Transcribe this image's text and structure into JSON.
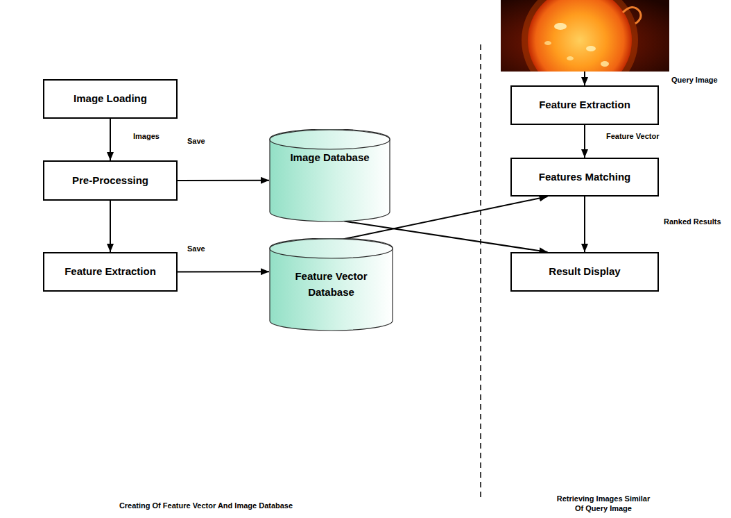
{
  "diagram": {
    "nodes": [
      {
        "text": [
          "Image Loading"
        ]
      },
      {
        "text": [
          "Pre-Processing"
        ]
      },
      {
        "text": [
          "Feature Extraction"
        ]
      },
      {
        "text": [
          "Image Database"
        ]
      },
      {
        "text": [
          "Feature Vector Database"
        ]
      },
      {
        "text": [
          "Feature Extraction"
        ]
      },
      {
        "text": [
          "Features Matching"
        ]
      },
      {
        "text": [
          "Result Display"
        ]
      }
    ],
    "edges": [
      {
        "from": 0,
        "to": 1,
        "arrow": "to",
        "label": "Images"
      },
      {
        "from": 1,
        "to": 3,
        "arrow": "to",
        "label": "Save"
      },
      {
        "from": 1,
        "to": 2,
        "arrow": "to"
      },
      {
        "from": 2,
        "to": 4,
        "arrow": "to",
        "label": "Save"
      },
      {
        "from": 5,
        "to": 6,
        "arrow": "to",
        "label": "Feature Vector"
      },
      {
        "from": 6,
        "to": 7,
        "arrow": "to",
        "label": "Ranked Results"
      },
      {
        "from": 3,
        "to": 7,
        "arrow": "to"
      },
      {
        "from": 4,
        "to": 6,
        "arrow": "to"
      }
    ],
    "labels": [
      "Query Image",
      "Creating Of Feature Vector And Image Database",
      "Retrieving Images Similar Of Query Image"
    ]
  }
}
